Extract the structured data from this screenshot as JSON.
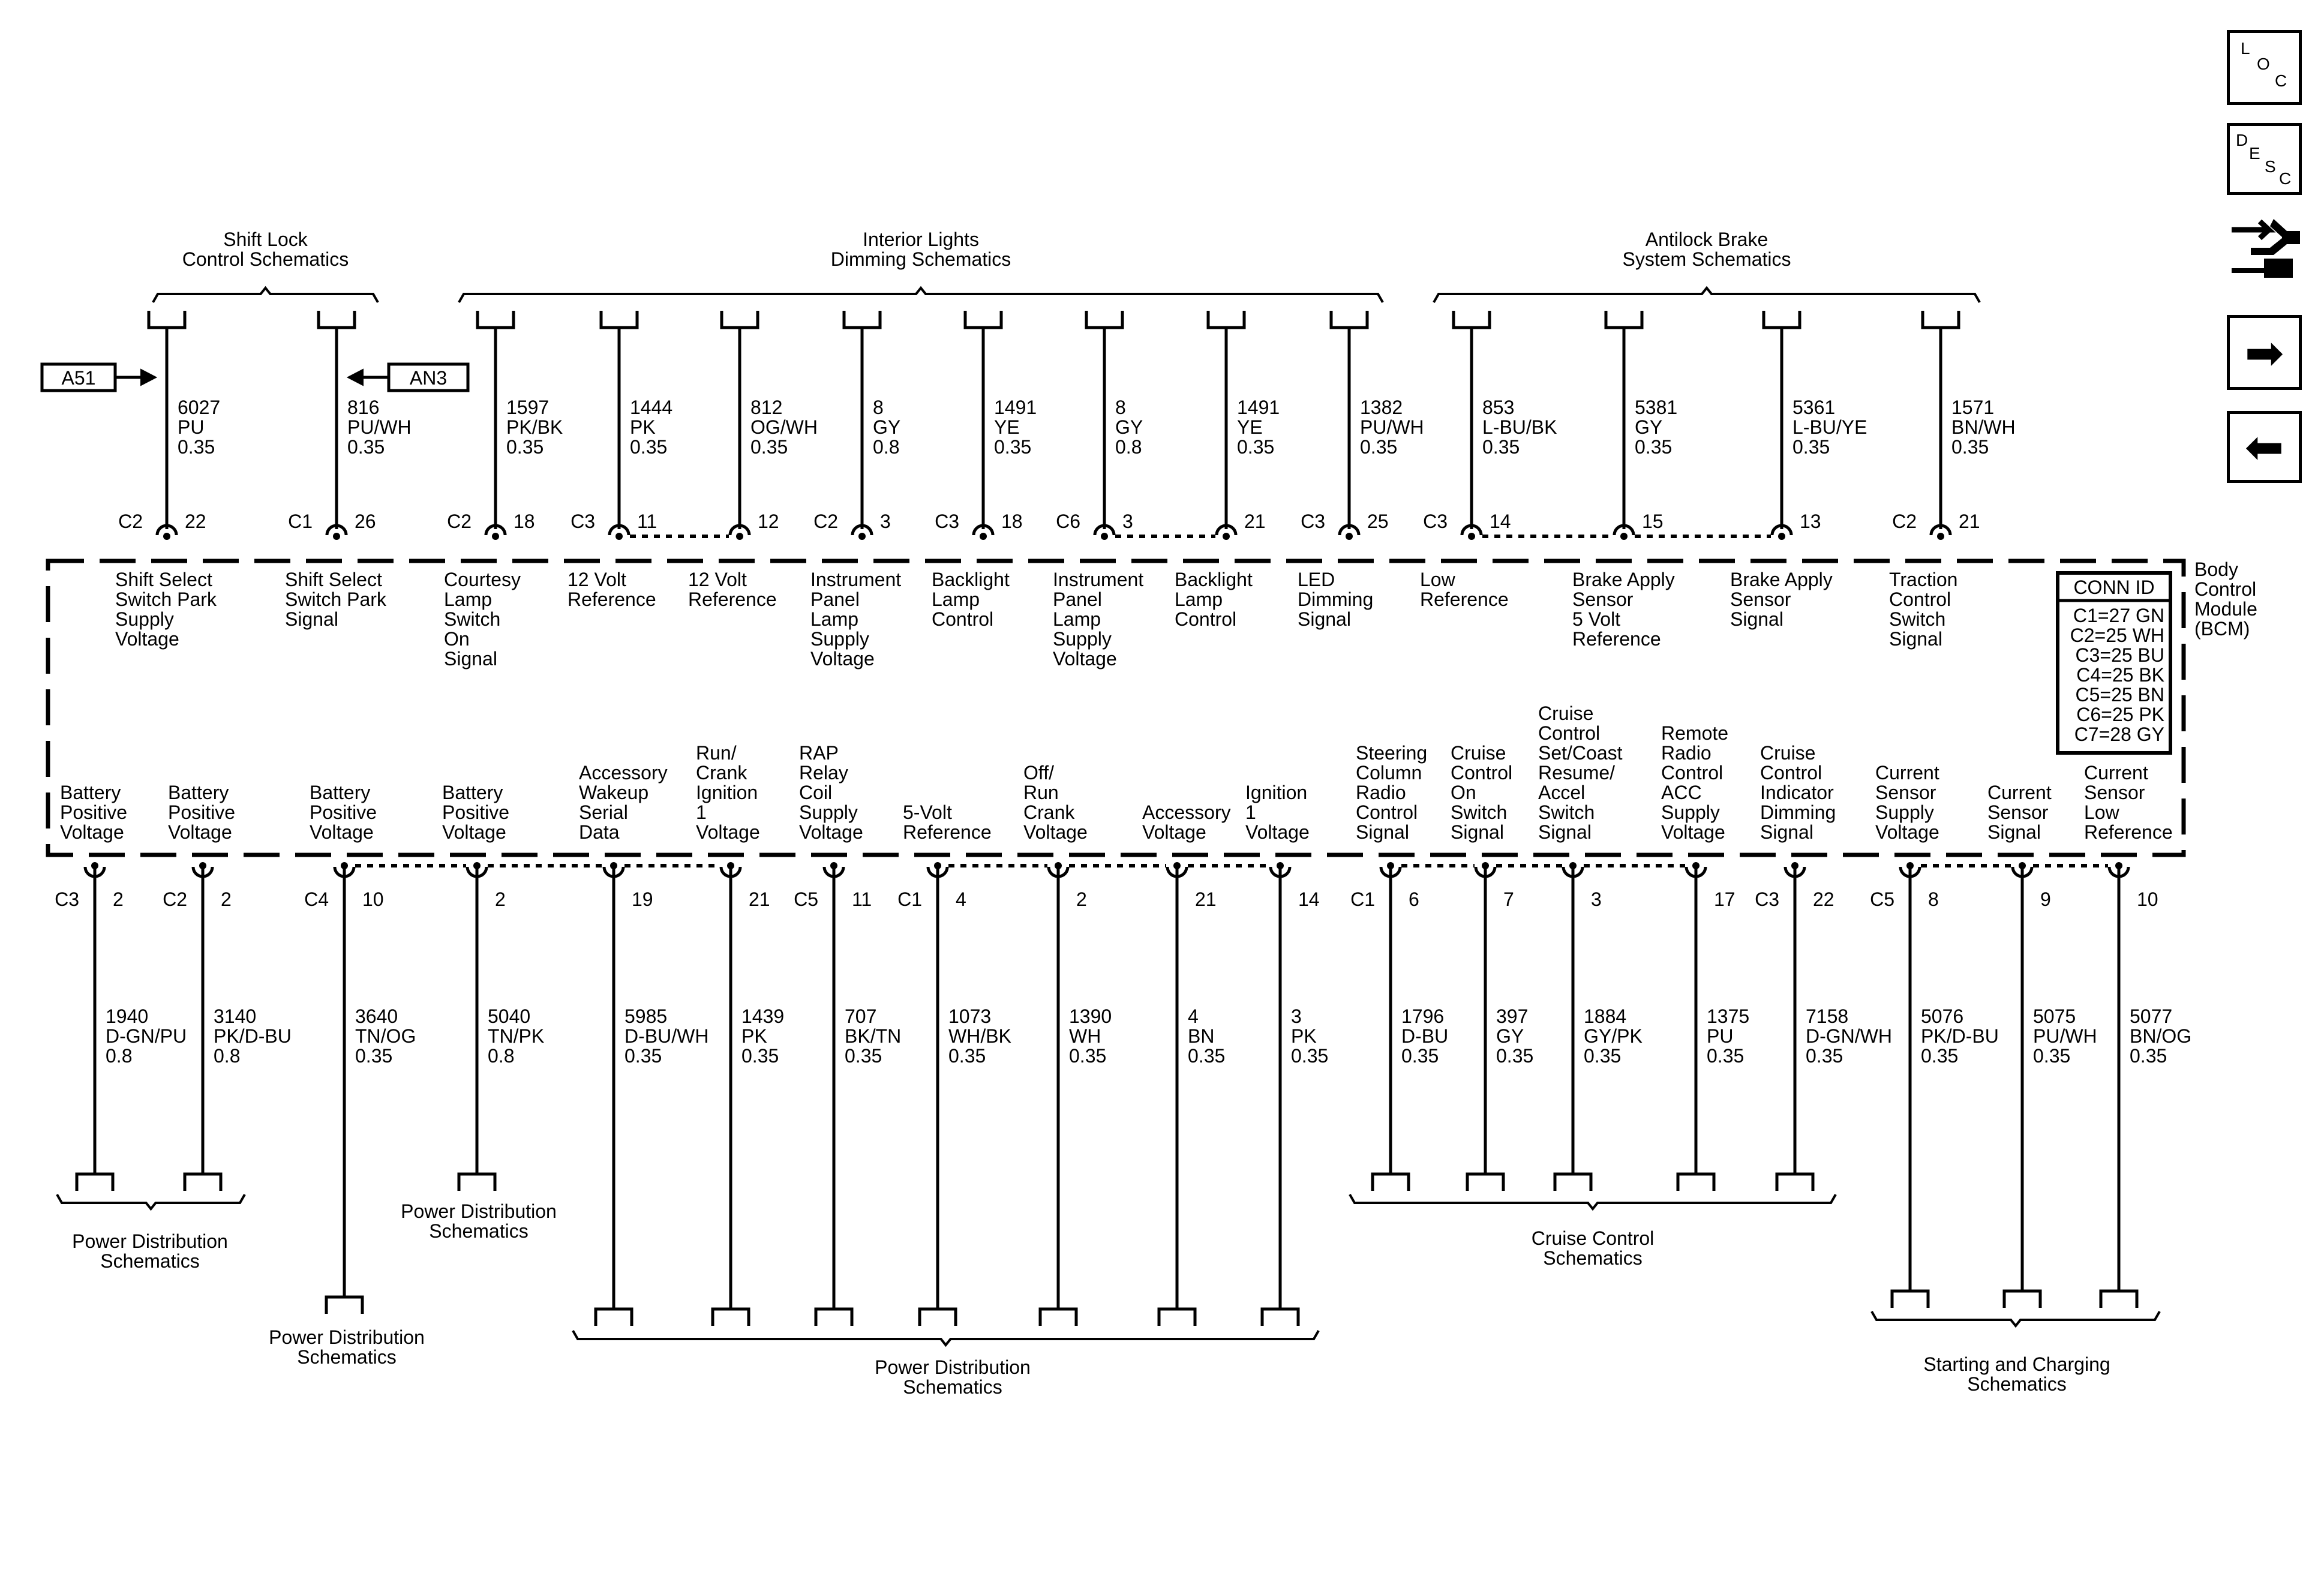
{
  "nav": {
    "loc": [
      "L",
      "O",
      "C"
    ],
    "desc": [
      "D",
      "E",
      "S",
      "C"
    ],
    "next_glyph": "➡",
    "prev_glyph": "⬅",
    "icons": [
      "loc-icon",
      "desc-icon",
      "wrench-icon",
      "next-arrow-icon",
      "prev-arrow-icon"
    ]
  },
  "module": {
    "name": [
      "Body",
      "Control",
      "Module",
      "(BCM)"
    ],
    "conn_id": {
      "title": "CONN ID",
      "rows": [
        "C1=27 GN",
        "C2=25 WH",
        "C3=25 BU",
        "C4=25 BK",
        "C5=25 BN",
        "C6=25 PK",
        "C7=28 GY"
      ]
    }
  },
  "top_groups": [
    {
      "id": "shift-lock",
      "label": [
        "Shift Lock",
        "Control Schematics"
      ]
    },
    {
      "id": "interior-lights",
      "label": [
        "Interior Lights",
        "Dimming Schematics"
      ]
    },
    {
      "id": "antilock-brake",
      "label": [
        "Antilock Brake",
        "System Schematics"
      ]
    }
  ],
  "option_tags": [
    {
      "id": "a51",
      "label": "A51"
    },
    {
      "id": "an3",
      "label": "AN3"
    }
  ],
  "top_pins": [
    {
      "conn": "C2",
      "pin": "22",
      "circuit": "6027",
      "color": "PU",
      "gauge": "0.35",
      "function": [
        "Shift Select",
        "Switch Park",
        "Supply",
        "Voltage"
      ]
    },
    {
      "conn": "C1",
      "pin": "26",
      "circuit": "816",
      "color": "PU/WH",
      "gauge": "0.35",
      "function": [
        "Shift Select",
        "Switch Park",
        "Signal"
      ]
    },
    {
      "conn": "C2",
      "pin": "18",
      "circuit": "1597",
      "color": "PK/BK",
      "gauge": "0.35",
      "function": [
        "Courtesy",
        "Lamp",
        "Switch",
        "On",
        "Signal"
      ]
    },
    {
      "conn": "C3",
      "pin": "11",
      "circuit": "1444",
      "color": "PK",
      "gauge": "0.35",
      "function": [
        "12 Volt",
        "Reference"
      ]
    },
    {
      "conn": "",
      "pin": "12",
      "circuit": "812",
      "color": "OG/WH",
      "gauge": "0.35",
      "function": [
        "12 Volt",
        "Reference"
      ]
    },
    {
      "conn": "C2",
      "pin": "3",
      "circuit": "8",
      "color": "GY",
      "gauge": "0.8",
      "function": [
        "Instrument",
        "Panel",
        "Lamp",
        "Supply",
        "Voltage"
      ]
    },
    {
      "conn": "C3",
      "pin": "18",
      "circuit": "1491",
      "color": "YE",
      "gauge": "0.35",
      "function": [
        "Backlight",
        "Lamp",
        "Control"
      ]
    },
    {
      "conn": "C6",
      "pin": "3",
      "circuit": "8",
      "color": "GY",
      "gauge": "0.8",
      "function": [
        "Instrument",
        "Panel",
        "Lamp",
        "Supply",
        "Voltage"
      ]
    },
    {
      "conn": "",
      "pin": "21",
      "circuit": "1491",
      "color": "YE",
      "gauge": "0.35",
      "function": [
        "Backlight",
        "Lamp",
        "Control"
      ]
    },
    {
      "conn": "C3",
      "pin": "25",
      "circuit": "1382",
      "color": "PU/WH",
      "gauge": "0.35",
      "function": [
        "LED",
        "Dimming",
        "Signal"
      ]
    },
    {
      "conn": "C3",
      "pin": "14",
      "circuit": "853",
      "color": "L-BU/BK",
      "gauge": "0.35",
      "function": [
        "Low",
        "Reference"
      ]
    },
    {
      "conn": "",
      "pin": "15",
      "circuit": "5381",
      "color": "GY",
      "gauge": "0.35",
      "function": [
        "Brake Apply",
        "Sensor",
        "5 Volt",
        "Reference"
      ]
    },
    {
      "conn": "",
      "pin": "13",
      "circuit": "5361",
      "color": "L-BU/YE",
      "gauge": "0.35",
      "function": [
        "Brake Apply",
        "Sensor",
        "Signal"
      ]
    },
    {
      "conn": "C2",
      "pin": "21",
      "circuit": "1571",
      "color": "BN/WH",
      "gauge": "0.35",
      "function": [
        "Traction",
        "Control",
        "Switch",
        "Signal"
      ]
    }
  ],
  "bottom_pins": [
    {
      "conn": "C3",
      "pin": "2",
      "circuit": "1940",
      "color": "D-GN/PU",
      "gauge": "0.8",
      "function": [
        "Battery",
        "Positive",
        "Voltage"
      ]
    },
    {
      "conn": "C2",
      "pin": "2",
      "circuit": "3140",
      "color": "PK/D-BU",
      "gauge": "0.8",
      "function": [
        "Battery",
        "Positive",
        "Voltage"
      ]
    },
    {
      "conn": "C4",
      "pin": "10",
      "circuit": "3640",
      "color": "TN/OG",
      "gauge": "0.35",
      "function": [
        "Battery",
        "Positive",
        "Voltage"
      ]
    },
    {
      "conn": "",
      "pin": "2",
      "circuit": "5040",
      "color": "TN/PK",
      "gauge": "0.8",
      "function": [
        "Battery",
        "Positive",
        "Voltage"
      ]
    },
    {
      "conn": "",
      "pin": "19",
      "circuit": "5985",
      "color": "D-BU/WH",
      "gauge": "0.35",
      "function": [
        "Accessory",
        "Wakeup",
        "Serial",
        "Data"
      ]
    },
    {
      "conn": "",
      "pin": "21",
      "circuit": "1439",
      "color": "PK",
      "gauge": "0.35",
      "function": [
        "Run/",
        "Crank",
        "Ignition",
        "1",
        "Voltage"
      ]
    },
    {
      "conn": "C5",
      "pin": "11",
      "circuit": "707",
      "color": "BK/TN",
      "gauge": "0.35",
      "function": [
        "RAP",
        "Relay",
        "Coil",
        "Supply",
        "Voltage"
      ]
    },
    {
      "conn": "C1",
      "pin": "4",
      "circuit": "1073",
      "color": "WH/BK",
      "gauge": "0.35",
      "function": [
        "5-Volt",
        "Reference"
      ]
    },
    {
      "conn": "",
      "pin": "2",
      "circuit": "1390",
      "color": "WH",
      "gauge": "0.35",
      "function": [
        "Off/",
        "Run",
        "Crank",
        "Voltage"
      ]
    },
    {
      "conn": "",
      "pin": "21",
      "circuit": "4",
      "color": "BN",
      "gauge": "0.35",
      "function": [
        "Accessory",
        "Voltage"
      ]
    },
    {
      "conn": "",
      "pin": "14",
      "circuit": "3",
      "color": "PK",
      "gauge": "0.35",
      "function": [
        "Ignition",
        "1",
        "Voltage"
      ]
    },
    {
      "conn": "C1",
      "pin": "6",
      "circuit": "1796",
      "color": "D-BU",
      "gauge": "0.35",
      "function": [
        "Steering",
        "Column",
        "Radio",
        "Control",
        "Signal"
      ]
    },
    {
      "conn": "",
      "pin": "7",
      "circuit": "397",
      "color": "GY",
      "gauge": "0.35",
      "function": [
        "Cruise",
        "Control",
        "On",
        "Switch",
        "Signal"
      ]
    },
    {
      "conn": "",
      "pin": "3",
      "circuit": "1884",
      "color": "GY/PK",
      "gauge": "0.35",
      "function": [
        "Cruise",
        "Control",
        "Set/Coast",
        "Resume/",
        "Accel",
        "Switch",
        "Signal"
      ]
    },
    {
      "conn": "",
      "pin": "17",
      "circuit": "1375",
      "color": "PU",
      "gauge": "0.35",
      "function": [
        "Remote",
        "Radio",
        "Control",
        "ACC",
        "Supply",
        "Voltage"
      ]
    },
    {
      "conn": "C3",
      "pin": "22",
      "circuit": "7158",
      "color": "D-GN/WH",
      "gauge": "0.35",
      "function": [
        "Cruise",
        "Control",
        "Indicator",
        "Dimming",
        "Signal"
      ]
    },
    {
      "conn": "C5",
      "pin": "8",
      "circuit": "5076",
      "color": "PK/D-BU",
      "gauge": "0.35",
      "function": [
        "Current",
        "Sensor",
        "Supply",
        "Voltage"
      ]
    },
    {
      "conn": "",
      "pin": "9",
      "circuit": "5075",
      "color": "PU/WH",
      "gauge": "0.35",
      "function": [
        "Current",
        "Sensor",
        "Signal"
      ]
    },
    {
      "conn": "",
      "pin": "10",
      "circuit": "5077",
      "color": "BN/OG",
      "gauge": "0.35",
      "function": [
        "Current",
        "Sensor",
        "Low",
        "Reference"
      ]
    }
  ],
  "bottom_groups": [
    {
      "id": "power-distribution-1",
      "label": [
        "Power Distribution",
        "Schematics"
      ]
    },
    {
      "id": "power-distribution-2",
      "label": [
        "Power Distribution",
        "Schematics"
      ]
    },
    {
      "id": "power-distribution-3",
      "label": [
        "Power Distribution",
        "Schematics"
      ]
    },
    {
      "id": "power-distribution-4",
      "label": [
        "Power Distribution",
        "Schematics"
      ]
    },
    {
      "id": "cruise-control",
      "label": [
        "Cruise Control",
        "Schematics"
      ]
    },
    {
      "id": "starting-charging",
      "label": [
        "Starting and Charging",
        "Schematics"
      ]
    }
  ]
}
